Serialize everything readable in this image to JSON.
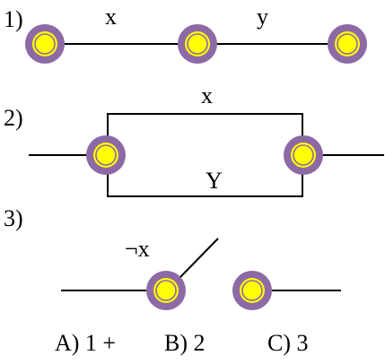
{
  "colors": {
    "node_outer": "#8d6aa6",
    "node_yellow": "#ffff00",
    "wire": "#000000",
    "background": "#ffffff"
  },
  "diagram": {
    "circuit1": {
      "number": "1)",
      "label_x": "x",
      "label_y": "y"
    },
    "circuit2": {
      "number": "2)",
      "label_x": "x",
      "label_y": "Y"
    },
    "circuit3": {
      "number": "3)",
      "label_notx": "¬x"
    }
  },
  "answers": [
    {
      "text": "A) 1 +"
    },
    {
      "text": "B) 2"
    },
    {
      "text": "C) 3"
    }
  ]
}
